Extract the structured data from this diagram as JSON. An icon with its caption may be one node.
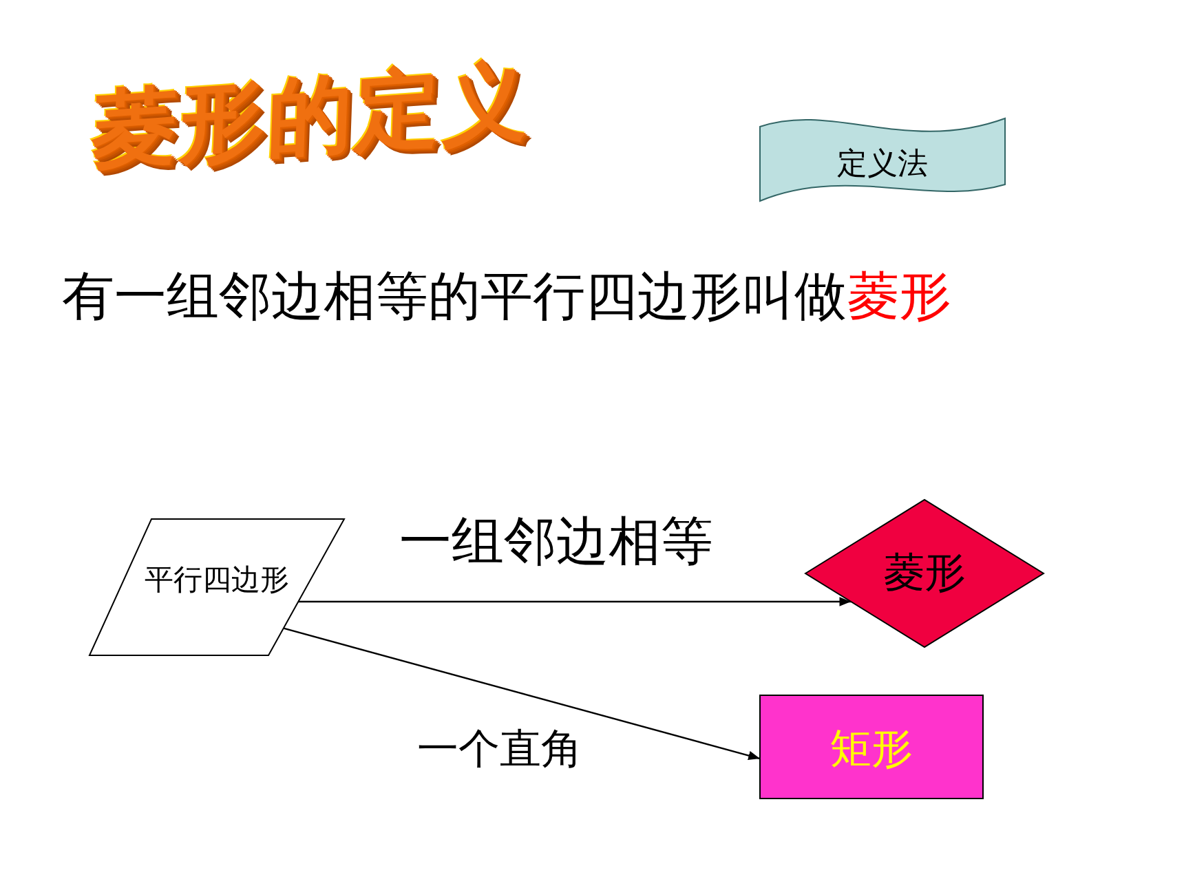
{
  "diagram": {
    "title": "菱形的定义",
    "nodes": [
      {
        "text": [
          "定义法"
        ]
      },
      {
        "text": [
          "平行四边形"
        ]
      },
      {
        "text": [
          "菱形"
        ]
      },
      {
        "text": [
          "矩形"
        ]
      }
    ],
    "edges": [
      {
        "from": 1,
        "to": 2,
        "arrow": "to",
        "label": "一组邻边相等"
      },
      {
        "from": 1,
        "to": 3,
        "arrow": "to",
        "label": "一个直角"
      }
    ],
    "labels": [
      "有一组邻边相等的平行四边形叫做**菱形**"
    ]
  }
}
